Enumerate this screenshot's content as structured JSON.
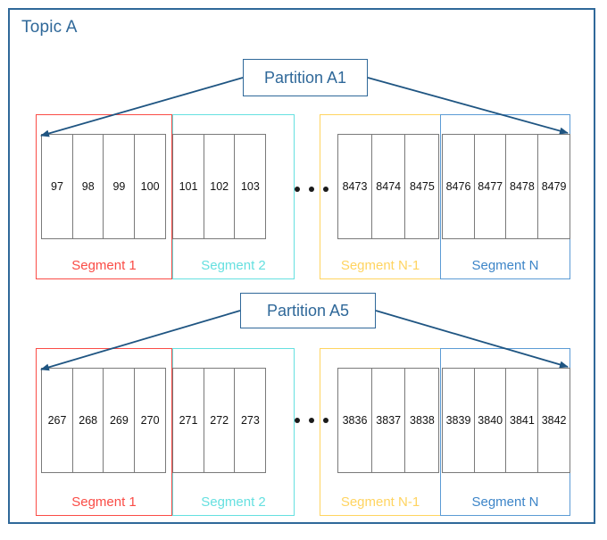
{
  "topic": {
    "title": "Topic A",
    "border_color": "#2f6899"
  },
  "colors": {
    "frame": "#2f6899",
    "segment_1": "#fa4c46",
    "segment_2": "#66e0e0",
    "segment_n_minus_1": "#ffd460",
    "segment_n": "#5b9bd5",
    "cell_border": "#7a7a7a",
    "arrow": "#1f5582"
  },
  "partitions": [
    {
      "label": "Partition A1",
      "segments": [
        {
          "name": "Segment 1",
          "color_key": "segment_1",
          "offsets": [
            "97",
            "98",
            "99",
            "100"
          ]
        },
        {
          "name": "Segment 2",
          "color_key": "segment_2",
          "offsets": [
            "101",
            "102",
            "103"
          ]
        },
        {
          "name": "Segment N-1",
          "color_key": "segment_n_minus_1",
          "offsets": [
            "8473",
            "8474",
            "8475"
          ]
        },
        {
          "name": "Segment N",
          "color_key": "segment_n",
          "offsets": [
            "8476",
            "8477",
            "8478",
            "8479"
          ]
        }
      ],
      "ellipsis": "..."
    },
    {
      "label": "Partition A5",
      "segments": [
        {
          "name": "Segment 1",
          "color_key": "segment_1",
          "offsets": [
            "267",
            "268",
            "269",
            "270"
          ]
        },
        {
          "name": "Segment 2",
          "color_key": "segment_2",
          "offsets": [
            "271",
            "272",
            "273"
          ]
        },
        {
          "name": "Segment N-1",
          "color_key": "segment_n_minus_1",
          "offsets": [
            "3836",
            "3837",
            "3838"
          ]
        },
        {
          "name": "Segment N",
          "color_key": "segment_n",
          "offsets": [
            "3839",
            "3840",
            "3841",
            "3842"
          ]
        }
      ],
      "ellipsis": "..."
    }
  ]
}
